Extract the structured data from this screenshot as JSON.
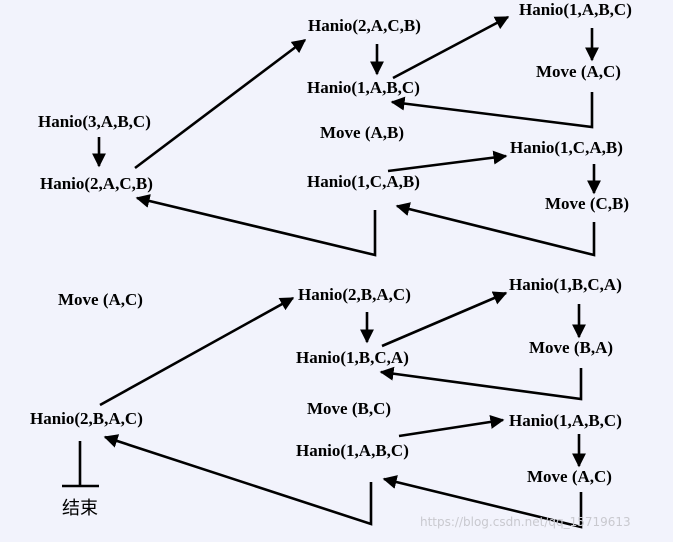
{
  "nodes": {
    "n1": "Hanio(2,A,C,B)",
    "n2": "Hanio(1,A,B,C)",
    "n3": "Hanio(1,A,B,C)",
    "n4": "Move (A,C)",
    "n5": "Hanio(3,A,B,C)",
    "n6": "Move (A,B)",
    "n7": "Hanio(2,A,C,B)",
    "n8": "Hanio(1,C,A,B)",
    "n9": "Hanio(1,C,A,B)",
    "n10": "Move (C,B)",
    "n11": "Move (A,C)",
    "n12": "Hanio(2,B,A,C)",
    "n13": "Hanio(1,B,C,A)",
    "n14": "Hanio(1,B,C,A)",
    "n15": "Move (B,A)",
    "n16": "Hanio(2,B,A,C)",
    "n17": "Move (B,C)",
    "n18": "Hanio(1,A,B,C)",
    "n19": "Hanio(1,A,B,C)",
    "n20": "Move (A,C)"
  },
  "end_label": "结束",
  "watermark": "https://blog.csdn.net/qq_15719613",
  "colors": {
    "background": "#f2f3fc",
    "ink": "#000000",
    "watermark": "#c9c9cf"
  }
}
